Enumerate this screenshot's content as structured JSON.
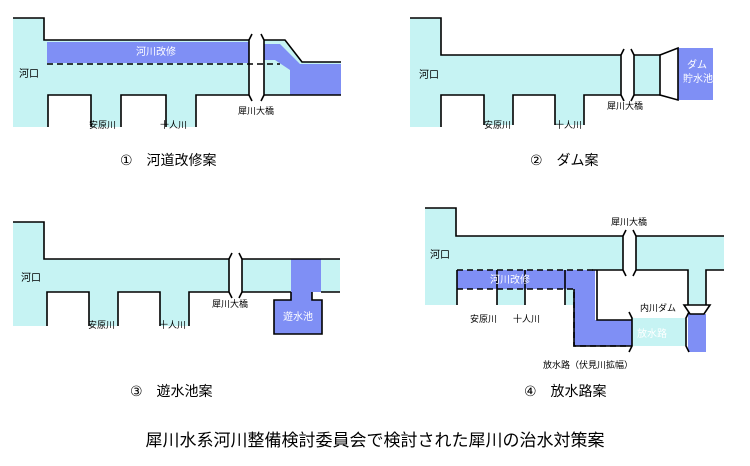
{
  "colors": {
    "river": "#c6f3f3",
    "improvement": "#7f8ff5",
    "outline": "#000000",
    "label_on_blue": "#ffffff"
  },
  "panel1": {
    "estuary": "河口",
    "tributary_a": "安原川",
    "tributary_b": "十人川",
    "bridge": "犀川大橋",
    "improvement": "河川改修",
    "caption": "①　河道改修案"
  },
  "panel2": {
    "estuary": "河口",
    "tributary_a": "安原川",
    "tributary_b": "十人川",
    "bridge": "犀川大橋",
    "dam_line1": "ダム",
    "dam_line2": "貯水池",
    "caption": "②　ダム案"
  },
  "panel3": {
    "estuary": "河口",
    "tributary_a": "安原川",
    "tributary_b": "十人川",
    "bridge": "犀川大橋",
    "pond": "遊水池",
    "caption": "③　遊水池案"
  },
  "panel4": {
    "estuary": "河口",
    "tributary_a": "安原川",
    "tributary_b": "十人川",
    "bridge": "犀川大橋",
    "improvement": "河川改修",
    "dam": "内川ダム",
    "channel": "放水路",
    "channel_note": "放水路（伏見川拡幅）",
    "caption": "④　放水路案"
  },
  "title": "犀川水系河川整備検討委員会で検討された犀川の治水対策案"
}
